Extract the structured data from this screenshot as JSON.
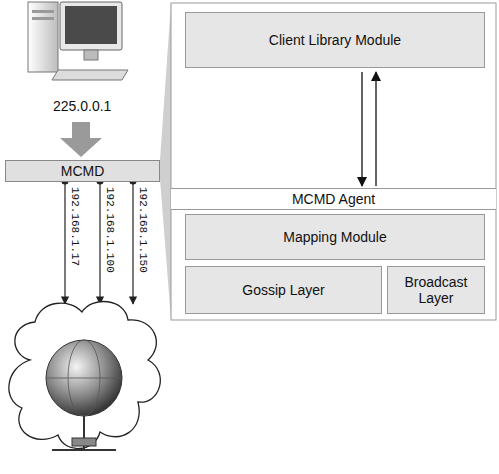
{
  "diagram": {
    "nodes": [
      {
        "text": [
          "MCMD"
        ]
      },
      {
        "text": [
          "Client Library Module"
        ]
      },
      {
        "text": [
          "MCMD Agent"
        ]
      },
      {
        "text": [
          "Mapping Module"
        ]
      },
      {
        "text": [
          "Gossip Layer"
        ]
      },
      {
        "text": [
          "Broadcast Layer"
        ]
      }
    ],
    "edges": [
      {
        "from": 1,
        "to": 2,
        "arrow": "to"
      },
      {
        "from": 2,
        "to": 1,
        "arrow": "to"
      }
    ],
    "labels": [
      "225.0.0.1",
      "192.168.1.17",
      "192.168.1.100",
      "192.168.1.150"
    ]
  }
}
